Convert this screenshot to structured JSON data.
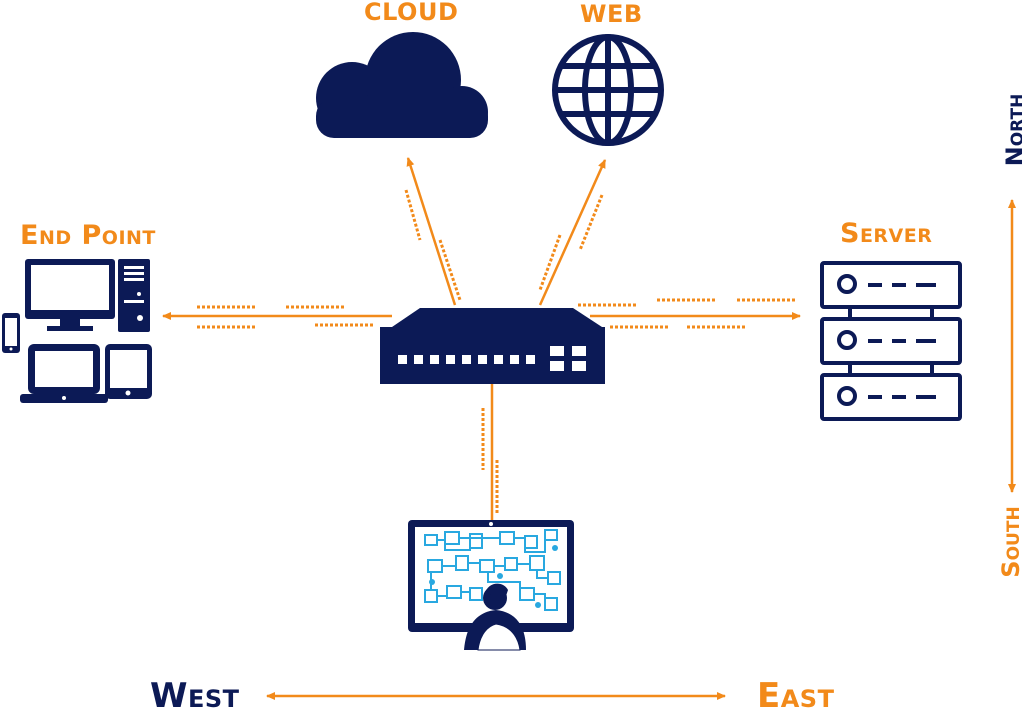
{
  "nodes": {
    "cloud": "CLOUD",
    "web": "WEB",
    "endpoint": "End Point",
    "server": "Server"
  },
  "directions": {
    "north": "North",
    "south": "South",
    "west": "West",
    "east": "East"
  },
  "colors": {
    "navy": "#0c1a56",
    "orange": "#f28a1a",
    "light_blue": "#29a8e0",
    "white": "#ffffff"
  },
  "icons": [
    "cloud-icon",
    "globe-icon",
    "network-switch-icon",
    "server-rack-icon",
    "desktop-computer-icon",
    "laptop-icon",
    "tablet-icon",
    "smartphone-icon",
    "monitor-dashboard-icon",
    "user-silhouette-icon"
  ]
}
